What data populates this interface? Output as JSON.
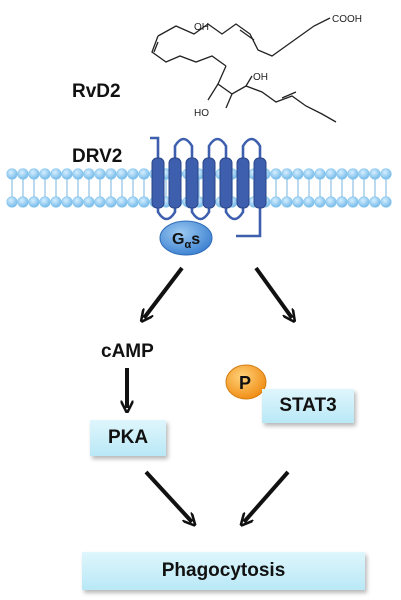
{
  "molecule": {
    "name": "RvD2",
    "groups": {
      "acid": "COOH",
      "oh1": "OH",
      "oh2": "OH",
      "oh3": "HO"
    }
  },
  "receptor": {
    "name": "DRV2",
    "g_protein": {
      "base": "G",
      "sub": "α",
      "suffix": "s"
    }
  },
  "nodes": {
    "camp": "cAMP",
    "pka": "PKA",
    "phospho": "P",
    "stat3": "STAT3",
    "outcome": "Phagocytosis"
  },
  "colors": {
    "membrane_head": "#88c7ee",
    "receptor": "#3d5fae",
    "g_protein": "#4a90d9",
    "phospho": "#f5a020",
    "box": "#c9eef8"
  }
}
